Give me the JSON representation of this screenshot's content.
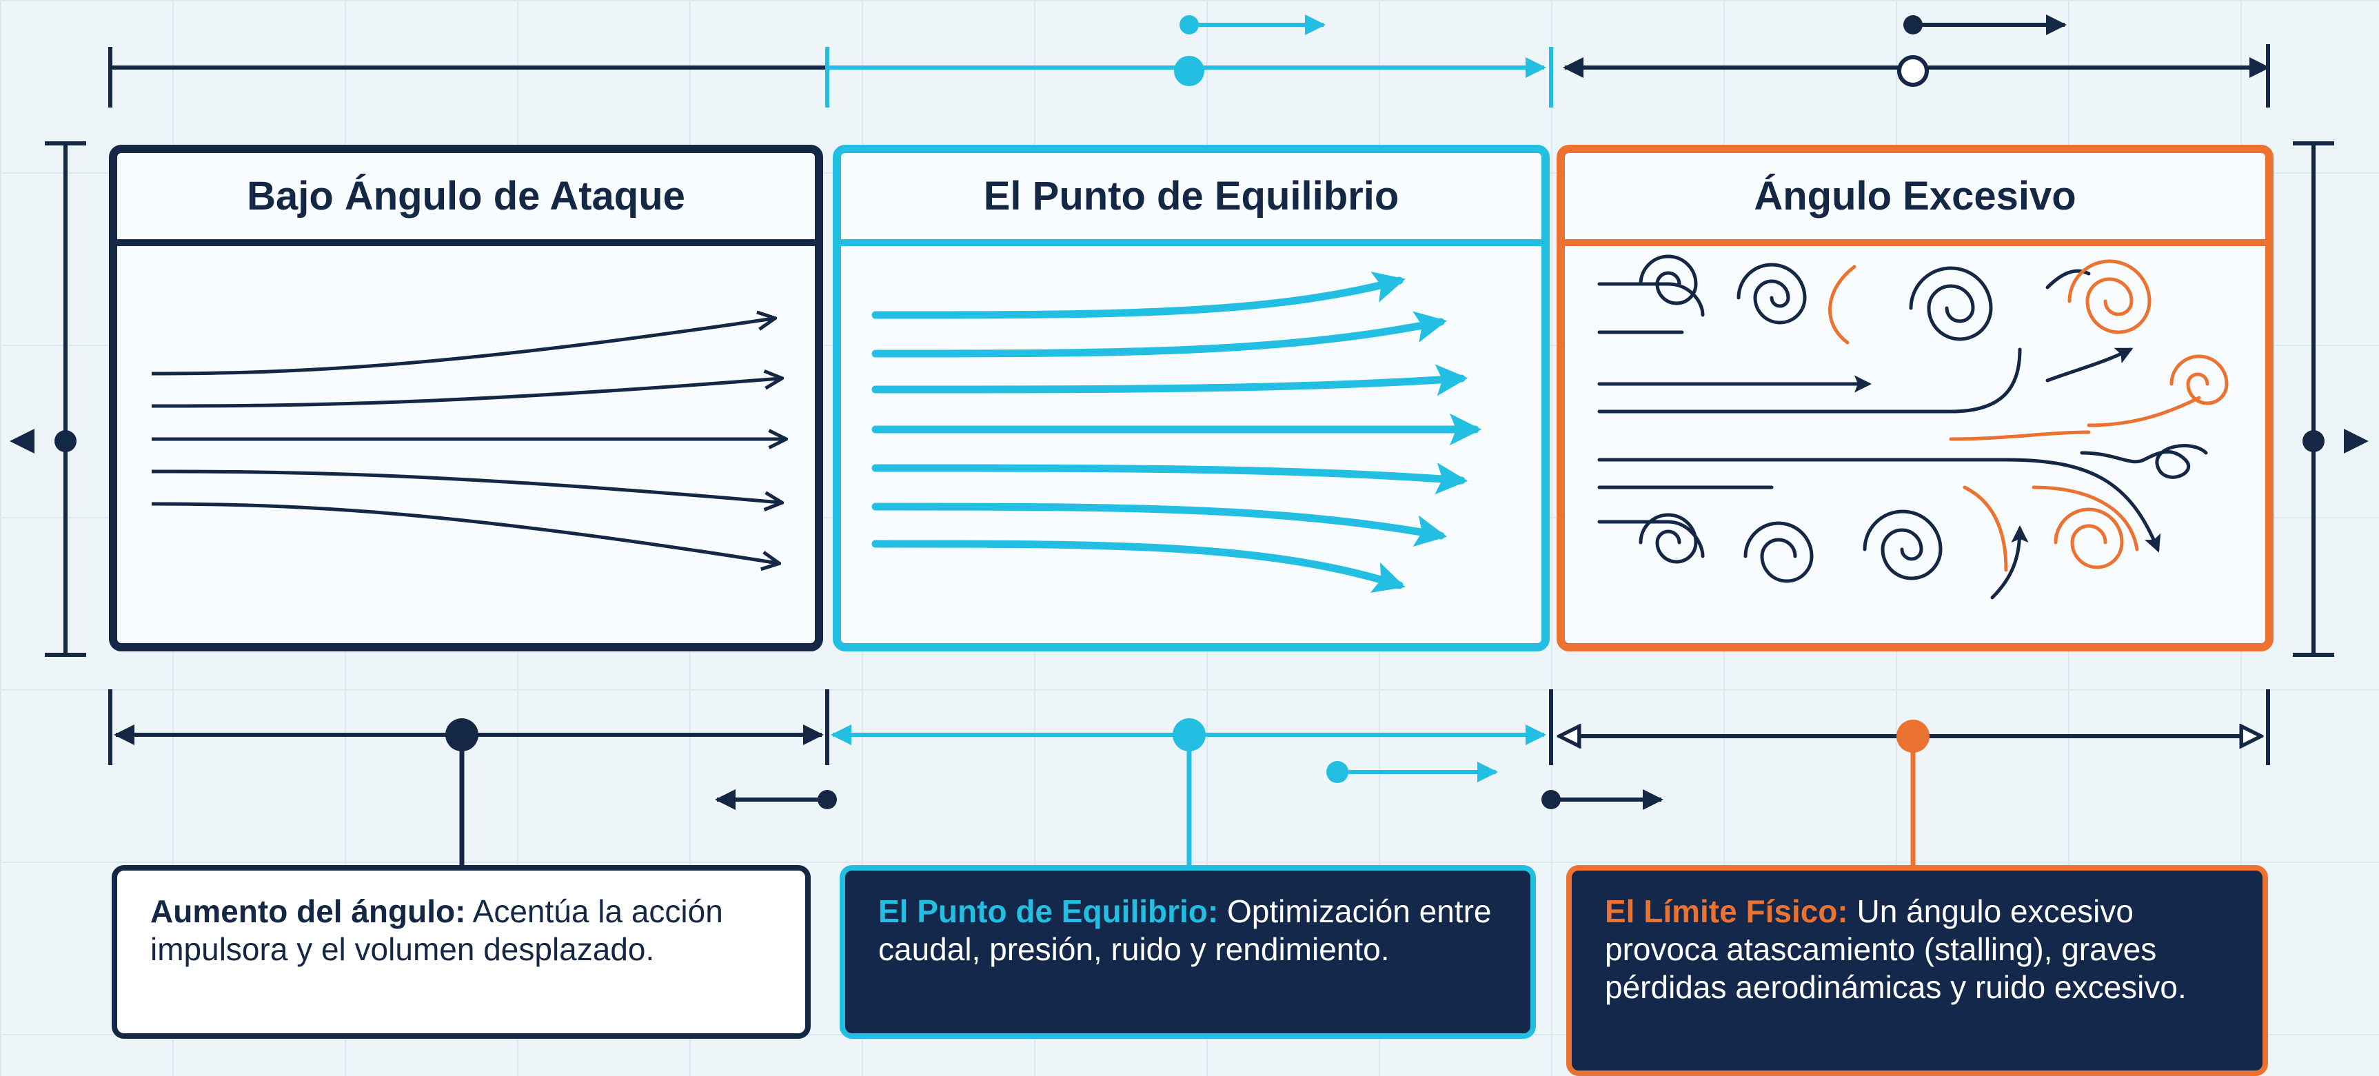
{
  "panels": [
    {
      "id": "low",
      "title": "Bajo Ángulo de Ataque",
      "color": "#142745",
      "flow": "attached-laminar"
    },
    {
      "id": "mid",
      "title": "El Punto de Equilibrio",
      "color": "#23bfe3",
      "flow": "strong-directed"
    },
    {
      "id": "high",
      "title": "Ángulo Excesivo",
      "color": "#ec7232",
      "flow": "separated-turbulent"
    }
  ],
  "notes": [
    {
      "title": "Aumento del ángulo:",
      "text": " Acentúa la acción impulsora y el volumen desplazado."
    },
    {
      "title": "El Punto de Equilibrio:",
      "text": " Optimización entre caudal, presión, ruido y rendimiento."
    },
    {
      "title": "El Límite Físico:",
      "text": " Un ángulo excesivo provoca atascamiento (stalling), graves pérdidas aerodinámicas y ruido excesivo."
    }
  ],
  "colors": {
    "navy": "#142745",
    "cyan": "#23bfe3",
    "orange": "#ec7232",
    "background": "#eef5f9"
  }
}
